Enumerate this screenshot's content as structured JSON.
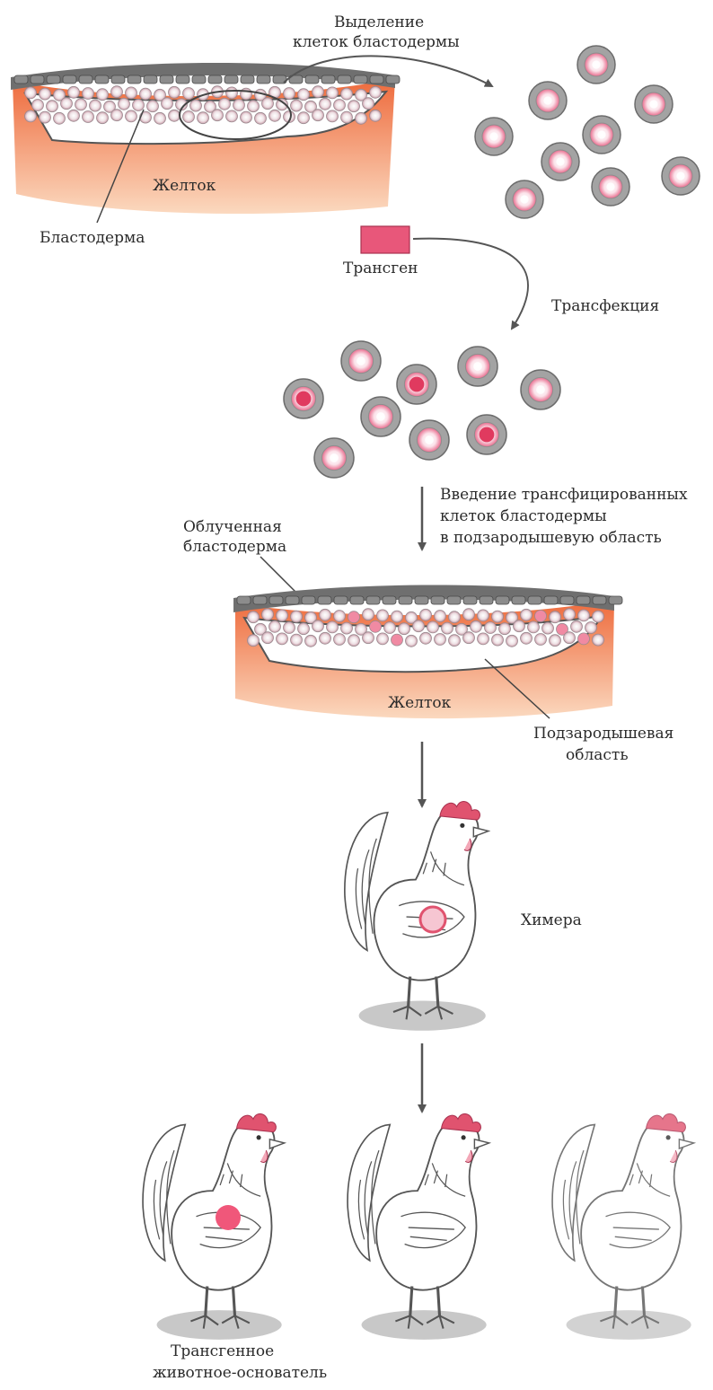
{
  "labels": {
    "isolation": [
      "Выделение",
      "клеток бластодермы"
    ],
    "yolk_top": "Желток",
    "blastoderm": "Бластодерма",
    "transgene": "Трансген",
    "transfection": "Трансфекция",
    "injection": [
      "Введение трансфицированных",
      "клеток бластодермы",
      "в подзародышевую область"
    ],
    "irradiated": [
      "Облученная",
      "бластодерма"
    ],
    "yolk_bottom": "Желток",
    "subgerminal": [
      "Подзародышевая",
      "область"
    ],
    "chimera": "Химера",
    "founder": [
      "Трансгенное",
      "животное-основатель"
    ]
  },
  "colors": {
    "cell_ring": "#a3a3a3",
    "cell_inner": "#f7c8d3",
    "nucleus_transfected": "#e03a5f",
    "transgene": "#e8577a",
    "yolk": "#ee7c4a",
    "comb": "#e0536f",
    "shell": "#6f6f6f"
  },
  "icons": [
    "arrow-down-icon",
    "curved-arrow-icon",
    "cell-icon",
    "chicken-icon"
  ]
}
